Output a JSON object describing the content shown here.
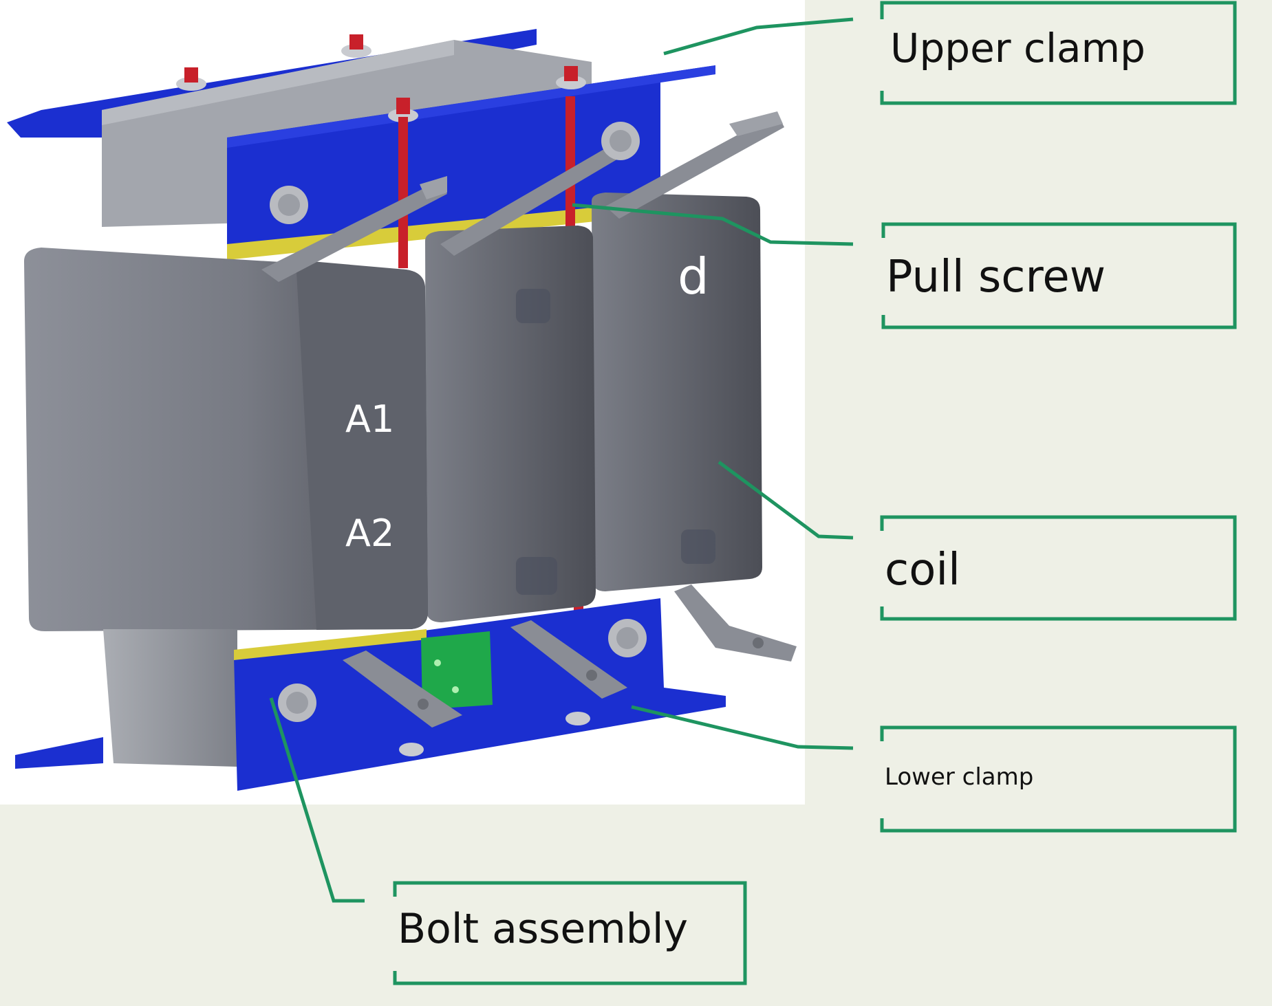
{
  "diagram": {
    "coil_markings": {
      "top_right": "d",
      "left_upper": "A1",
      "left_lower": "A2"
    },
    "callouts": {
      "upper_clamp": "Upper clamp",
      "pull_screw": "Pull screw",
      "coil": "coil",
      "lower_clamp": "Lower clamp",
      "bolt_assembly": "Bolt assembly"
    },
    "colors": {
      "clamp": "#1b2fd0",
      "coil": "#6b6e78",
      "insulation": "#d8cc3a",
      "screw": "#c8202a",
      "leader": "#1e9460"
    }
  }
}
